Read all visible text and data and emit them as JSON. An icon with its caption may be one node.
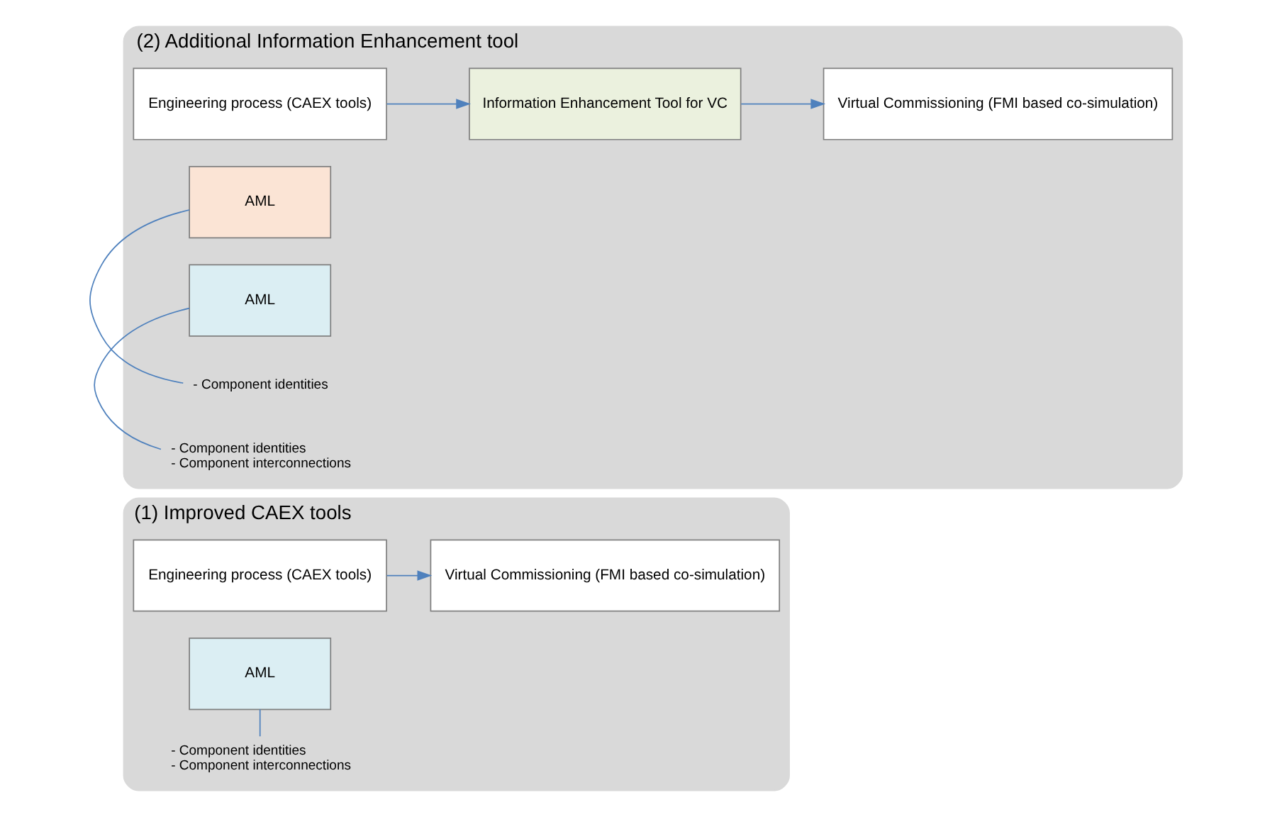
{
  "diagram": {
    "nodes": [
      {
        "text": [
          "(1) Improved CAEX tools"
        ]
      },
      {
        "text": [
          "Engineering process (CAEX tools)"
        ],
        "in": 0
      },
      {
        "text": [
          "AML"
        ],
        "in": 0
      },
      {
        "text": [
          "Virtual Commissioning (FMI based co-simulation)"
        ],
        "in": 0
      },
      {
        "text": [
          "- Component identities",
          "- Component interconnections"
        ],
        "in": 0
      },
      {
        "text": [
          "(2) Additional Information Enhancement tool"
        ]
      },
      {
        "text": [
          "Engineering process (CAEX tools)"
        ],
        "in": 5
      },
      {
        "text": [
          "AML"
        ],
        "in": 5
      },
      {
        "text": [
          "Information Enhancement Tool for VC"
        ],
        "in": 5
      },
      {
        "text": [
          "AML"
        ],
        "in": 5
      },
      {
        "text": [
          "Virtual Commissioning (FMI based co-simulation)"
        ],
        "in": 5
      },
      {
        "text": [
          "- Component identities"
        ],
        "in": 5
      },
      {
        "text": [
          "- Component identities",
          "- Component interconnections"
        ],
        "in": 5
      }
    ],
    "edges": [
      {
        "from": 1,
        "to": 3,
        "arrow": "to"
      },
      {
        "from": 4,
        "to": 2,
        "arrow": "none"
      },
      {
        "from": 6,
        "to": 8,
        "arrow": "to"
      },
      {
        "from": 8,
        "to": 10,
        "arrow": "to"
      },
      {
        "from": 11,
        "to": 7,
        "arrow": "none"
      },
      {
        "from": 12,
        "to": 9,
        "arrow": "none"
      }
    ]
  }
}
